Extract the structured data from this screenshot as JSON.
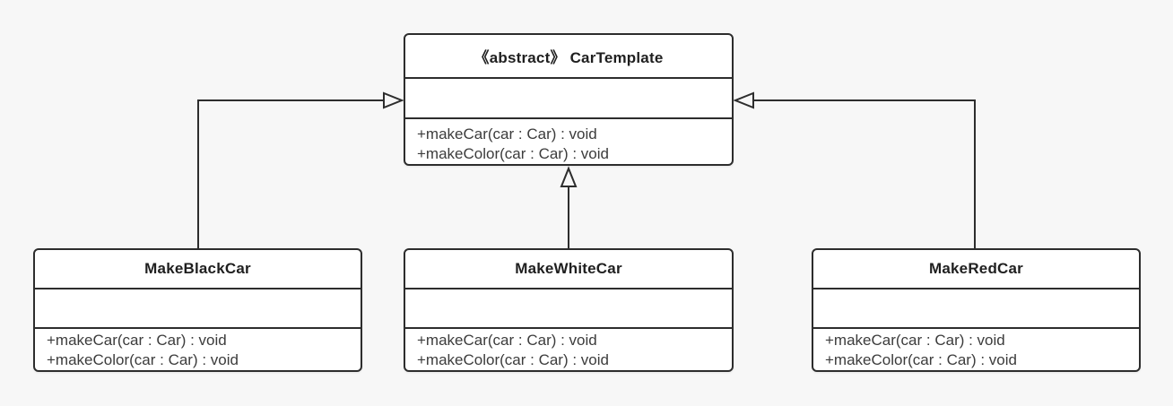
{
  "diagram": {
    "kind": "uml-class-diagram",
    "colors": {
      "background": "#f7f7f7",
      "box_fill": "#ffffff",
      "stroke": "#2d2d2d",
      "title_text": "#1f1f1f",
      "method_text": "#3c3c3c"
    },
    "classes": {
      "cartemplate": {
        "title": "《abstract》 CarTemplate",
        "attributes": [],
        "methods": [
          "+makeCar(car : Car) : void",
          "+makeColor(car : Car) : void"
        ]
      },
      "makeblackcar": {
        "title": "MakeBlackCar",
        "attributes": [],
        "methods": [
          "+makeCar(car : Car) : void",
          "+makeColor(car : Car) : void"
        ]
      },
      "makewhitecar": {
        "title": "MakeWhiteCar",
        "attributes": [],
        "methods": [
          "+makeCar(car : Car) : void",
          "+makeColor(car : Car) : void"
        ]
      },
      "makeredcar": {
        "title": "MakeRedCar",
        "attributes": [],
        "methods": [
          "+makeCar(car : Car) : void",
          "+makeColor(car : Car) : void"
        ]
      }
    },
    "relations": [
      {
        "from": "MakeBlackCar",
        "to": "CarTemplate",
        "type": "generalization"
      },
      {
        "from": "MakeWhiteCar",
        "to": "CarTemplate",
        "type": "generalization"
      },
      {
        "from": "MakeRedCar",
        "to": "CarTemplate",
        "type": "generalization"
      }
    ]
  }
}
